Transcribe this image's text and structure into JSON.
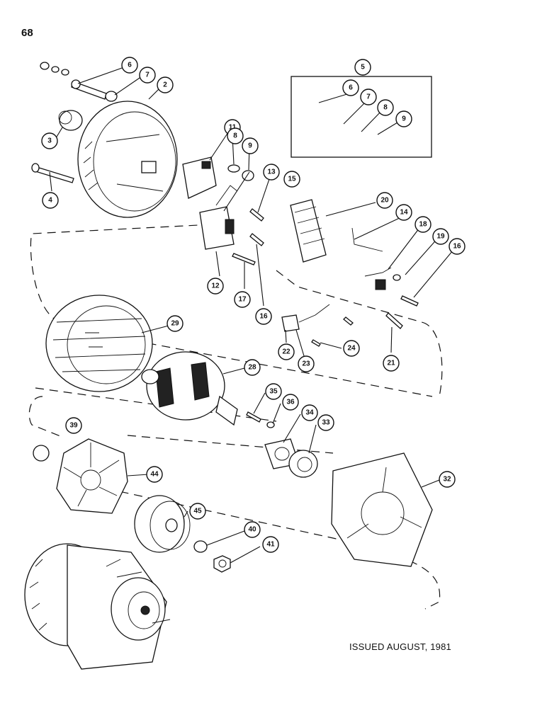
{
  "page_number": "68",
  "issued": "ISSUED AUGUST, 1981",
  "callouts": [
    "6",
    "7",
    "2",
    "3",
    "4",
    "11",
    "8",
    "9",
    "13",
    "15",
    "12",
    "17",
    "16",
    "5",
    "6",
    "7",
    "8",
    "9",
    "20",
    "14",
    "18",
    "19",
    "16",
    "29",
    "22",
    "23",
    "24",
    "21",
    "28",
    "35",
    "36",
    "34",
    "33",
    "39",
    "44",
    "32",
    "45",
    "40",
    "41"
  ]
}
